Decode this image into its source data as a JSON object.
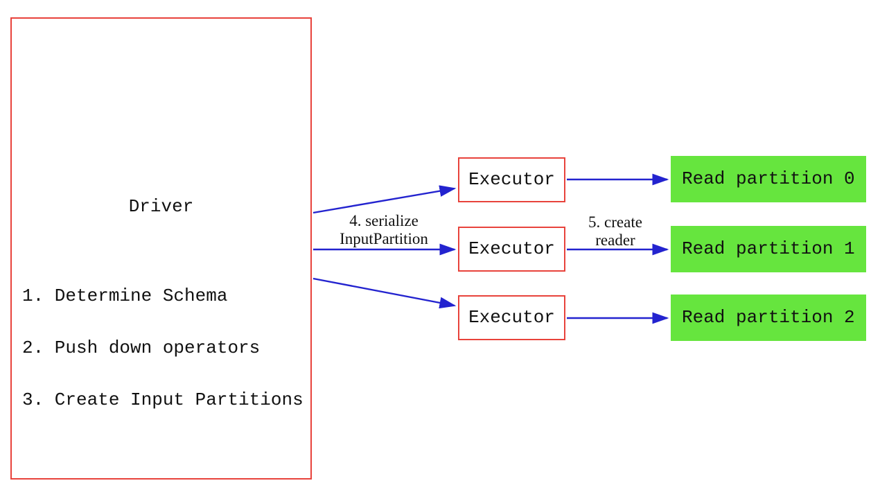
{
  "driver": {
    "title": "Driver",
    "steps": [
      "1. Determine Schema",
      "2. Push down operators",
      "3. Create Input Partitions"
    ]
  },
  "executors": [
    {
      "label": "Executor"
    },
    {
      "label": "Executor"
    },
    {
      "label": "Executor"
    }
  ],
  "partitions": [
    {
      "label": "Read partition 0"
    },
    {
      "label": "Read partition 1"
    },
    {
      "label": "Read partition 2"
    }
  ],
  "edge_labels": {
    "serialize": {
      "line1": "4. serialize",
      "line2": "InputPartition"
    },
    "create_reader": {
      "line1": "5. create",
      "line2": "reader"
    }
  },
  "colors": {
    "red_border": "#e8423b",
    "blue_arrow": "#2323cf",
    "green_fill": "#66e53e",
    "text_black": "#111111"
  }
}
